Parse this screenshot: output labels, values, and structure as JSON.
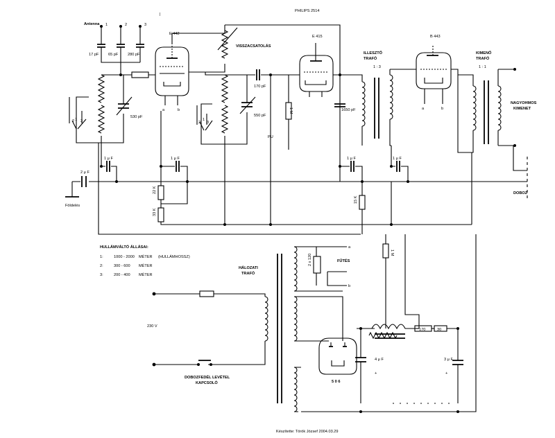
{
  "title": "PHILIPS 2514",
  "labels": {
    "antenna": "Antenna",
    "ant1": "1",
    "ant2": "2",
    "ant3": "3",
    "c17": "17 pF",
    "c65": "65 pF",
    "c280": "280 pF",
    "e442": "E 442",
    "e415": "E 415",
    "b443": "B 443",
    "feedback": "VISSZACSATOLÁS",
    "illeszto1": "ILLESZTŐ",
    "illeszto2": "TRAFÓ",
    "ratio13": "1 : 3",
    "kimeno1": "KIMENŐ",
    "kimeno2": "TRAFÓ",
    "ratio11": "1 : 1",
    "speaker1": "NAGYOHMOS",
    "speaker2": "KIMENET",
    "c530": "530 pF",
    "c170": "170 pF",
    "c550": "550 pF",
    "c1650": "1650 pF",
    "r1m_a": "1 M",
    "pu": "PU",
    "a1": "a",
    "b1": "b",
    "a2": "a",
    "b2": "b",
    "a3": "a",
    "b3": "b",
    "uf1": "1 μ F",
    "uf2": "1 μ F",
    "uf3": "1 μ F",
    "uf4": "1 μ F",
    "uf2b": "2 μ F",
    "ground": "Földelés",
    "r22k": "22 K",
    "r33k": "33 K",
    "r15k": "15 K",
    "r1m_b": "1 M",
    "doboz": "DOBOZ",
    "sw1": "1",
    "sw2": "2",
    "sw3": "3",
    "sw1b": "1",
    "sw2b": "2",
    "sw3b": "3",
    "fsv": "2 x 120",
    "futes": "FŰTÉS",
    "fa": "a",
    "fb": "b",
    "netw1": "HÁLOZATI",
    "netw2": "TRAFÓ",
    "v230": "230 V",
    "r170": "170",
    "r30": "30",
    "c4uf": "4 μ F",
    "c3uf": "3 μ F",
    "plus1": "+",
    "plus2": "+",
    "rect": "5 0 6",
    "dzsw1": "DOBOZFEDÉL LEVÉTEL",
    "dzsw2": "KAPCSOLÓ",
    "footer": "Készítette: Török József 2004.03.29"
  },
  "wave_switch": {
    "heading": "HULLÁMVÁLTÓ ÁLLÁSAI:",
    "rows": [
      {
        "pos": "1:",
        "range": "1000 - 2000",
        "unit": "MÉTER",
        "note": "(HULLÁMHOSSZ)"
      },
      {
        "pos": "2:",
        "range": "300 - 600",
        "unit": "MÉTER",
        "note": ""
      },
      {
        "pos": "3:",
        "range": "200 - 400",
        "unit": "MÉTER",
        "note": ""
      }
    ]
  }
}
